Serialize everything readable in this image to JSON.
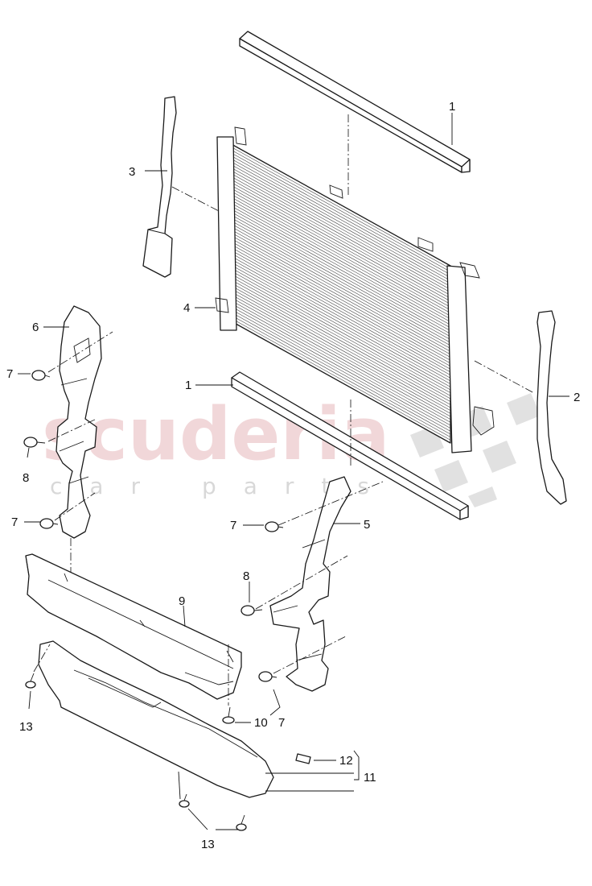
{
  "watermark": {
    "brand": "scuderia",
    "subtitle": "car parts"
  },
  "callouts": [
    {
      "id": "c1a",
      "text": "1"
    },
    {
      "id": "c1b",
      "text": "1"
    },
    {
      "id": "c2",
      "text": "2"
    },
    {
      "id": "c3",
      "text": "3"
    },
    {
      "id": "c4",
      "text": "4"
    },
    {
      "id": "c5",
      "text": "5"
    },
    {
      "id": "c6",
      "text": "6"
    },
    {
      "id": "c7a",
      "text": "7"
    },
    {
      "id": "c7b",
      "text": "7"
    },
    {
      "id": "c7c",
      "text": "7"
    },
    {
      "id": "c7d",
      "text": "7"
    },
    {
      "id": "c8a",
      "text": "8"
    },
    {
      "id": "c8b",
      "text": "8"
    },
    {
      "id": "c9",
      "text": "9"
    },
    {
      "id": "c10",
      "text": "10"
    },
    {
      "id": "c11",
      "text": "11"
    },
    {
      "id": "c12",
      "text": "12"
    },
    {
      "id": "c13a",
      "text": "13"
    },
    {
      "id": "c13b",
      "text": "13"
    }
  ]
}
